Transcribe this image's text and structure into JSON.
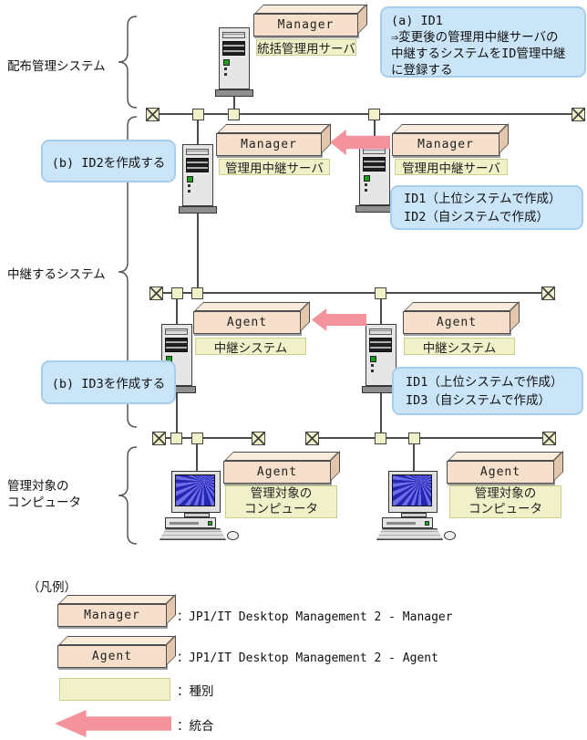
{
  "diagram": {
    "section_labels": {
      "distribution": "配布管理システム",
      "relay": "中継するシステム",
      "managed_line1": "管理対象の",
      "managed_line2": "コンピュータ"
    },
    "callouts": {
      "a_line1": "(a) ID1",
      "a_line2": "⇒変更後の管理用中継サーバの",
      "a_line3": "中継するシステムをID管理中継",
      "a_line4": "に登録する",
      "create_id2": "(b) ID2を作成する",
      "create_id3": "(b) ID3を作成する",
      "id12_line1": "ID1（上位システムで作成）",
      "id12_line2": "ID2（自システムで作成）",
      "id13_line1": "ID1（上位システムで作成）",
      "id13_line2": "ID3（自システムで作成）"
    },
    "nodes": {
      "top_manager": {
        "product": "Manager",
        "type": "統括管理用サーバ"
      },
      "left_relay": {
        "product": "Manager",
        "type": "管理用中継サーバ"
      },
      "right_relay": {
        "product": "Manager",
        "type": "管理用中継サーバ"
      },
      "left_relay_agent": {
        "product": "Agent",
        "type": "中継システム"
      },
      "right_relay_agent": {
        "product": "Agent",
        "type": "中継システム"
      },
      "left_computer": {
        "product": "Agent",
        "type_line1": "管理対象の",
        "type_line2": "コンピュータ"
      },
      "right_computer": {
        "product": "Agent",
        "type_line1": "管理対象の",
        "type_line2": "コンピュータ"
      }
    },
    "legend": {
      "title": "（凡例）",
      "manager_label": "Manager",
      "manager_desc": "：JP1/IT Desktop Management 2 - Manager",
      "agent_label": "Agent",
      "agent_desc": "：JP1/IT Desktop Management 2 - Agent",
      "type_desc": "：種別",
      "merge_desc": "：統合"
    },
    "colors": {
      "box_front": "#F6E0CB",
      "box_top": "#FAECDD",
      "box_side": "#E3C6AB",
      "type_label_fill": "#F0F1C8",
      "callout_fill": "#CBE5F8",
      "callout_border": "#A6CDEE",
      "arrow_pink": "#F4939C",
      "network_line": "#4A4A4A"
    }
  }
}
